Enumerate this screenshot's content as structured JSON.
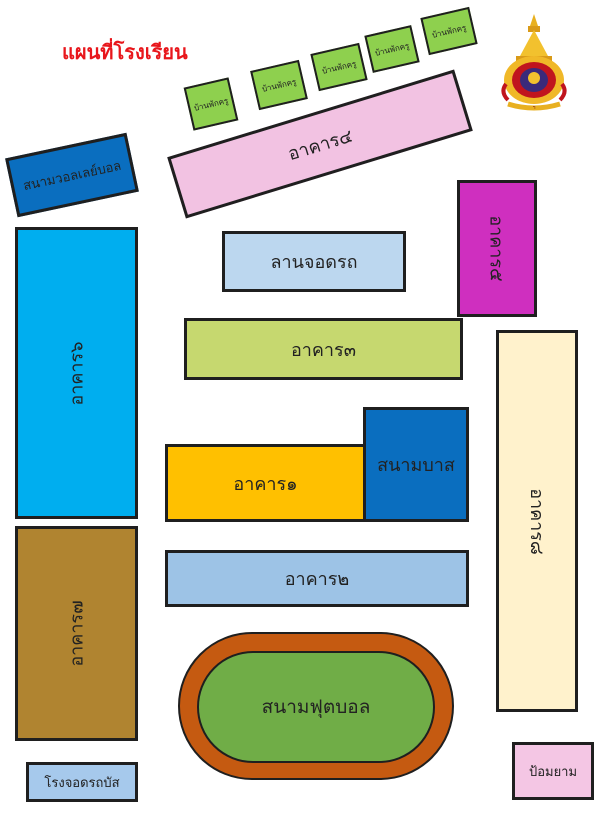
{
  "title": "แผนที่โรงเรียน",
  "seal_text": "ฯ",
  "colors": {
    "title": "#e8161b",
    "building4": "#f2c2e2",
    "staff_house": "#8ed04e",
    "volleyball": "#0a6ebf",
    "building5": "#cf2fbf",
    "parking": "#bcd7ef",
    "building3": "#c6d86f",
    "building6": "#00aeef",
    "basketball": "#0a6ebf",
    "building1": "#ffc000",
    "building8": "#fff2cc",
    "building2": "#9dc3e6",
    "building7": "#b08430",
    "track": "#c55a11",
    "football": "#70ad47",
    "bus_garage": "#a6c9ec",
    "guard_post": "#f4c6e4"
  },
  "places": {
    "staff_house_1": "บ้านพักครู",
    "staff_house_2": "บ้านพักครู",
    "staff_house_3": "บ้านพักครู",
    "staff_house_4": "บ้านพักครู",
    "staff_house_5": "บ้านพักครู",
    "building4": "อาคาร๔",
    "volleyball_court": "สนามวอลเลย์บอล",
    "building5": "อาคาร๕",
    "parking_lot": "ลานจอดรถ",
    "building3": "อาคาร๓",
    "building6": "อาคาร๖",
    "basketball_court": "สนามบาส",
    "building1": "อาคาร๑",
    "building8": "อาคาร๘",
    "building2": "อาคาร๒",
    "building7": "อาคาร๗",
    "football_field": "สนามฟุตบอล",
    "bus_garage": "โรงจอดรถบัส",
    "guard_post": "ป้อมยาม"
  }
}
